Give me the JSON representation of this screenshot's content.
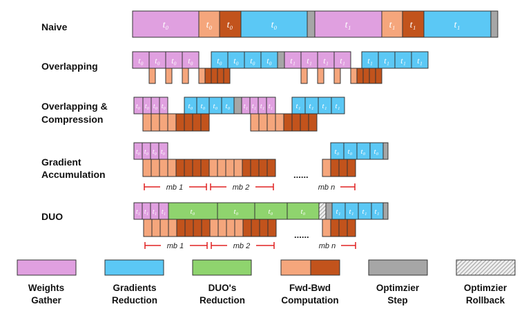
{
  "rows": {
    "naive": "Naive",
    "overlapping": "Overlapping",
    "overlap_compress_1": "Overlapping &",
    "overlap_compress_2": "Compression",
    "grad_accum_1": "Gradient",
    "grad_accum_2": "Accumulation",
    "duo": "DUO"
  },
  "symbols": {
    "t0": "t₀",
    "t1": "t₁"
  },
  "microbatches": {
    "mb1": "mb 1",
    "mb2": "mb 2",
    "mbn": "mb n",
    "ellipsis": "......"
  },
  "legend": [
    {
      "key": "weights_gather",
      "line1": "Weights",
      "line2": "Gather",
      "color": "#e0a0e0"
    },
    {
      "key": "gradients_reduction",
      "line1": "Gradients",
      "line2": "Reduction",
      "color": "#5bc8f5"
    },
    {
      "key": "duo_reduction",
      "line1": "DUO's",
      "line2": "Reduction",
      "color": "#8fd46e"
    },
    {
      "key": "fwd_bwd",
      "line1": "Fwd-Bwd",
      "line2": "Computation",
      "color": "#f5a67c",
      "color2": "#c2531c"
    },
    {
      "key": "optimizer_step",
      "line1": "Optimzier",
      "line2": "Step",
      "color": "#a6a6a6"
    },
    {
      "key": "optimizer_rollback",
      "line1": "Optimzier",
      "line2": "Rollback",
      "color": "#d9d9d9"
    }
  ],
  "colors": {
    "weights": "#e0a0e0",
    "gradients": "#5bc8f5",
    "duo": "#8fd46e",
    "fwd": "#f5a67c",
    "bwd": "#c2531c",
    "step": "#a6a6a6",
    "mb_marker": "#e02020"
  }
}
